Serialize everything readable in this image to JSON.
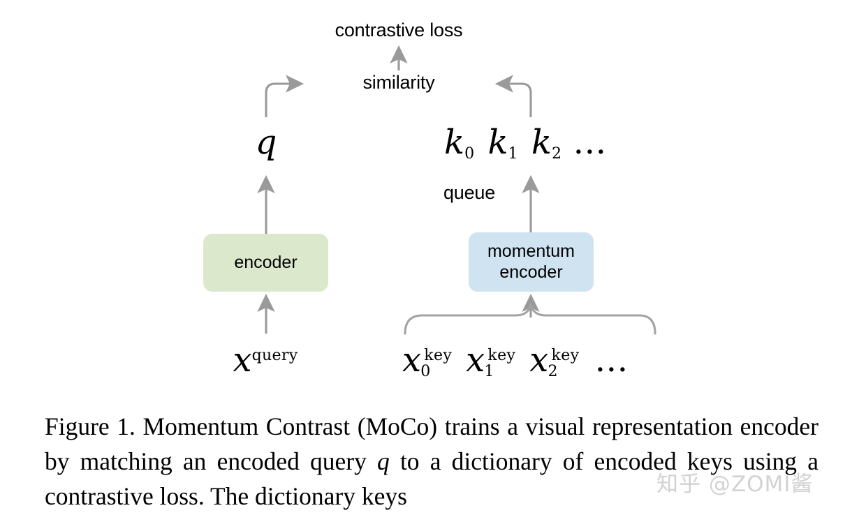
{
  "figure": {
    "background_color": "#ffffff",
    "arrow_color": "#999999",
    "brace_color": "#a0a0a0",
    "labels": {
      "contrastive_loss": "contrastive loss",
      "similarity": "similarity",
      "queue": "queue",
      "q_symbol": "q",
      "k_symbols": [
        {
          "base": "k",
          "sub": "0"
        },
        {
          "base": "k",
          "sub": "1"
        },
        {
          "base": "k",
          "sub": "2"
        }
      ],
      "k_ellipsis": "…",
      "x_query": {
        "base": "x",
        "sup": "query"
      },
      "x_keys": [
        {
          "base": "x",
          "sup": "key",
          "sub": "0"
        },
        {
          "base": "x",
          "sup": "key",
          "sub": "1"
        },
        {
          "base": "x",
          "sup": "key",
          "sub": "2"
        }
      ],
      "x_ellipsis": "…"
    },
    "boxes": [
      {
        "id": "encoder",
        "label": "encoder",
        "fill": "#dbe8cc",
        "text_color": "#000000"
      },
      {
        "id": "momentum-encoder",
        "label_line1": "momentum",
        "label_line2": "encoder",
        "fill": "#cfe3f1",
        "text_color": "#000000"
      }
    ]
  },
  "caption": {
    "part1": "Figure 1. Momentum Contrast (MoCo) trains a visual representation encoder by matching an encoded query ",
    "q": "q",
    "part2": " to a dictionary of encoded keys using a contrastive loss.  The dictionary keys"
  },
  "watermark": {
    "text": "知乎 @ZOMI酱",
    "color": "#c9c9c9"
  }
}
